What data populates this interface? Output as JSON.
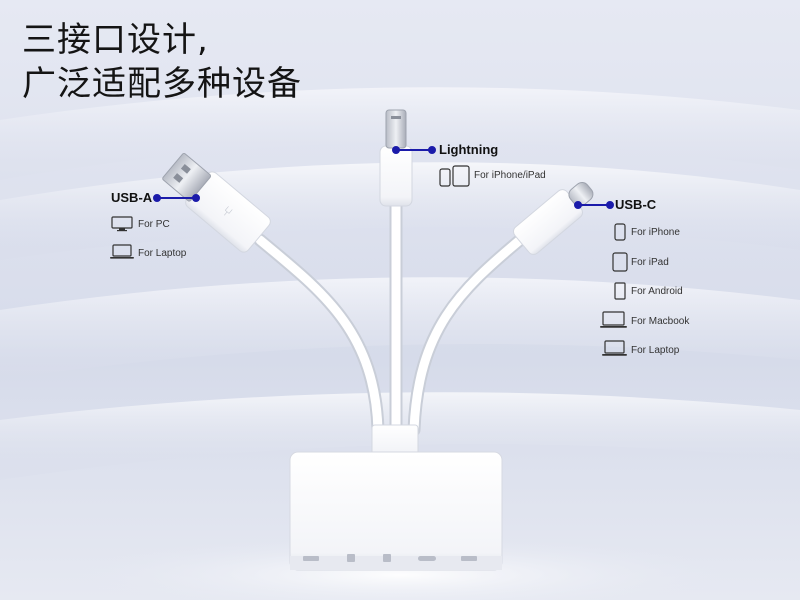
{
  "headline": {
    "line1": "三接口设计,",
    "line2": "广泛适配多种设备"
  },
  "usb_a": {
    "label": "USB-A",
    "items": [
      {
        "icon": "monitor-icon",
        "text": "For PC"
      },
      {
        "icon": "laptop-icon",
        "text": "For Laptop"
      }
    ]
  },
  "lightning": {
    "label": "Lightning",
    "items": [
      {
        "icon": "phone-tablet-icon",
        "text": "For iPhone/iPad"
      }
    ]
  },
  "usb_c": {
    "label": "USB-C",
    "items": [
      {
        "icon": "phone-icon",
        "text": "For iPhone"
      },
      {
        "icon": "tablet-icon",
        "text": "For iPad"
      },
      {
        "icon": "android-phone-icon",
        "text": "For Android"
      },
      {
        "icon": "laptop-icon",
        "text": "For Macbook"
      },
      {
        "icon": "laptop-icon",
        "text": "For Laptop"
      }
    ]
  },
  "colors": {
    "pointer": "#1b1baa",
    "accent_text": "#111111"
  }
}
